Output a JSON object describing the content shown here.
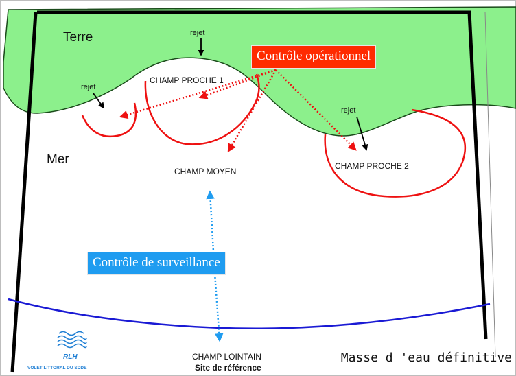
{
  "land_label": "Terre",
  "sea_label": "Mer",
  "rejet_label": "rejet",
  "near_field_1": "CHAMP PROCHE 1",
  "near_field_2": "CHAMP PROCHE 2",
  "middle_field": "CHAMP MOYEN",
  "far_field": "CHAMP LOINTAIN",
  "reference_site": "Site de référence",
  "operational_control": "Contrôle opérationnel",
  "surveillance_control": "Contrôle de surveillance",
  "water_body": "Masse d 'eau définitive",
  "logo_text": "RLH",
  "logo_caption": "VOLET LITTORAL DU SDDE",
  "colors": {
    "land": "#8cf08c",
    "plume_outline": "#ee1111",
    "operational": "#ff2a00",
    "surveillance": "#1f9cf0",
    "boundary": "#1a1ad4",
    "frame": "#000000"
  }
}
